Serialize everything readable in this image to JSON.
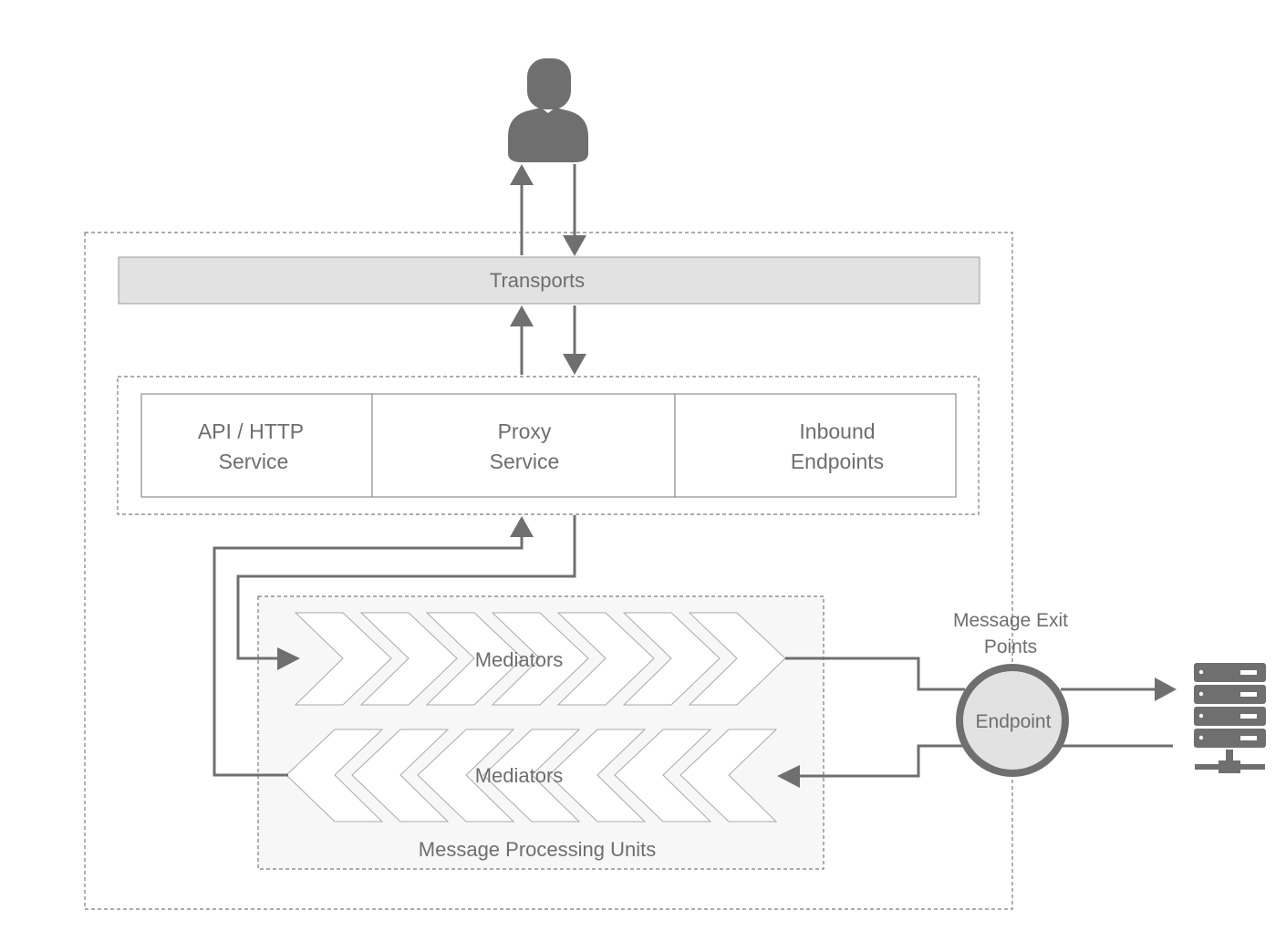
{
  "diagram": {
    "transports_label": "Transports",
    "services": [
      {
        "line1": "API / HTTP",
        "line2": "Service"
      },
      {
        "line1": "Proxy",
        "line2": "Service"
      },
      {
        "line1": "Inbound",
        "line2": "Endpoints"
      }
    ],
    "mediators_in_label": "Mediators",
    "mediators_out_label": "Mediators",
    "processing_units_label": "Message Processing Units",
    "exit_points_line1": "Message Exit",
    "exit_points_line2": "Points",
    "endpoint_label": "Endpoint",
    "icons": {
      "user": "user-icon",
      "server": "server-icon"
    },
    "colors": {
      "shape_fill": "#6f6f6f",
      "transport_bar": "#e2e2e2",
      "processing_area": "#f7f7f7",
      "endpoint_fill": "#e2e2e2"
    }
  }
}
